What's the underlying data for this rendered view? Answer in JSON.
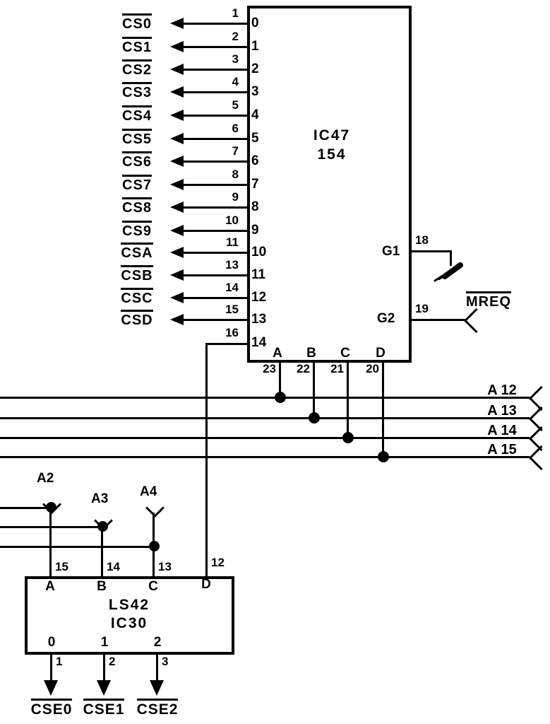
{
  "page": {
    "background": "#ffffff",
    "ink": "#000000",
    "kind": "logic-decoder-schematic"
  },
  "ic47": {
    "title": [
      "IC47",
      "154"
    ],
    "outputs": [
      {
        "signal": "CS0",
        "pin": "1",
        "out": "0"
      },
      {
        "signal": "CS1",
        "pin": "2",
        "out": "1"
      },
      {
        "signal": "CS2",
        "pin": "3",
        "out": "2"
      },
      {
        "signal": "CS3",
        "pin": "4",
        "out": "3"
      },
      {
        "signal": "CS4",
        "pin": "5",
        "out": "4"
      },
      {
        "signal": "CS5",
        "pin": "6",
        "out": "5"
      },
      {
        "signal": "CS6",
        "pin": "7",
        "out": "6"
      },
      {
        "signal": "CS7",
        "pin": "8",
        "out": "7"
      },
      {
        "signal": "CS8",
        "pin": "9",
        "out": "8"
      },
      {
        "signal": "CS9",
        "pin": "10",
        "out": "9"
      },
      {
        "signal": "CSA",
        "pin": "11",
        "out": "10"
      },
      {
        "signal": "CSB",
        "pin": "13",
        "out": "11"
      },
      {
        "signal": "CSC",
        "pin": "14",
        "out": "12"
      },
      {
        "signal": "CSD",
        "pin": "15",
        "out": "13"
      }
    ],
    "output_to_ls42": {
      "pin": "16",
      "out": "14"
    },
    "enable_g1": {
      "label": "G1",
      "pin": "18",
      "connection": "ground"
    },
    "enable_g2": {
      "label": "G2",
      "pin": "19",
      "signal": "MREQ"
    },
    "select_inputs": [
      {
        "label": "A",
        "pin": "23",
        "bus": "A 12"
      },
      {
        "label": "B",
        "pin": "22",
        "bus": "A 13"
      },
      {
        "label": "C",
        "pin": "21",
        "bus": "A 14"
      },
      {
        "label": "D",
        "pin": "20",
        "bus": "A 15"
      }
    ]
  },
  "ls42": {
    "title": [
      "LS42",
      "IC30"
    ],
    "inputs": [
      {
        "label": "A",
        "pin": "15",
        "signal": "A2"
      },
      {
        "label": "B",
        "pin": "14",
        "signal": "A3"
      },
      {
        "label": "C",
        "pin": "13",
        "signal": "A4"
      },
      {
        "label": "D",
        "pin": "12",
        "signal": ""
      }
    ],
    "outputs": [
      {
        "label": "0",
        "pin": "1",
        "signal": "CSE0"
      },
      {
        "label": "1",
        "pin": "2",
        "signal": "CSE1"
      },
      {
        "label": "2",
        "pin": "3",
        "signal": "CSE2"
      }
    ]
  }
}
